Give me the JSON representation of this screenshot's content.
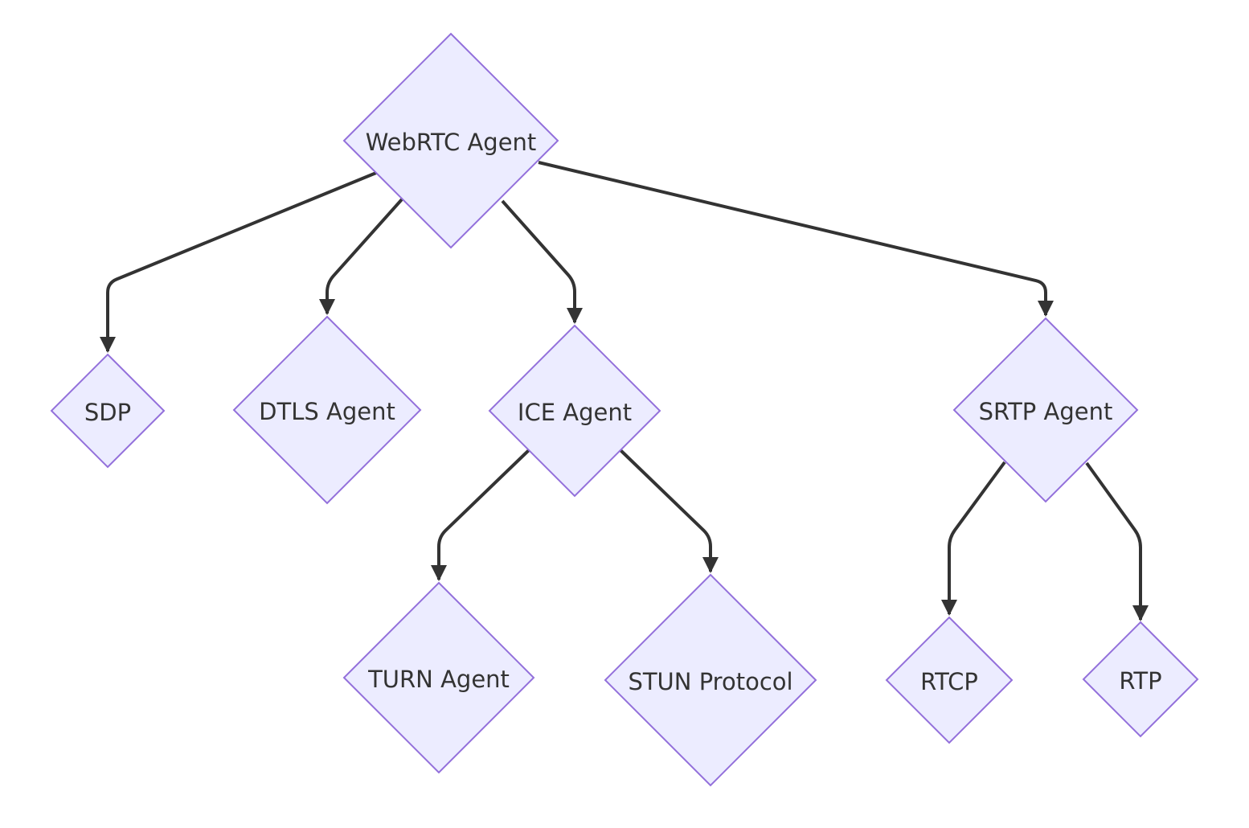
{
  "diagram": {
    "type": "flowchart",
    "orientation": "top-down",
    "background_color": "#ffffff",
    "node_fill_color": "#ECECFF",
    "node_border_color": "#9370DB",
    "edge_color": "#333333",
    "text_color": "#333333",
    "node_shape": "diamond",
    "nodes": {
      "webrtc": {
        "label": "WebRTC Agent"
      },
      "sdp": {
        "label": "SDP"
      },
      "dtls": {
        "label": "DTLS Agent"
      },
      "ice": {
        "label": "ICE Agent"
      },
      "srtp": {
        "label": "SRTP Agent"
      },
      "turn": {
        "label": "TURN Agent"
      },
      "stun": {
        "label": "STUN Protocol"
      },
      "rtcp": {
        "label": "RTCP"
      },
      "rtp": {
        "label": "RTP"
      }
    },
    "edges": [
      {
        "from": "WebRTC Agent",
        "to": "SDP"
      },
      {
        "from": "WebRTC Agent",
        "to": "DTLS Agent"
      },
      {
        "from": "WebRTC Agent",
        "to": "ICE Agent"
      },
      {
        "from": "WebRTC Agent",
        "to": "SRTP Agent"
      },
      {
        "from": "ICE Agent",
        "to": "TURN Agent"
      },
      {
        "from": "ICE Agent",
        "to": "STUN Protocol"
      },
      {
        "from": "SRTP Agent",
        "to": "RTCP"
      },
      {
        "from": "SRTP Agent",
        "to": "RTP"
      }
    ]
  }
}
